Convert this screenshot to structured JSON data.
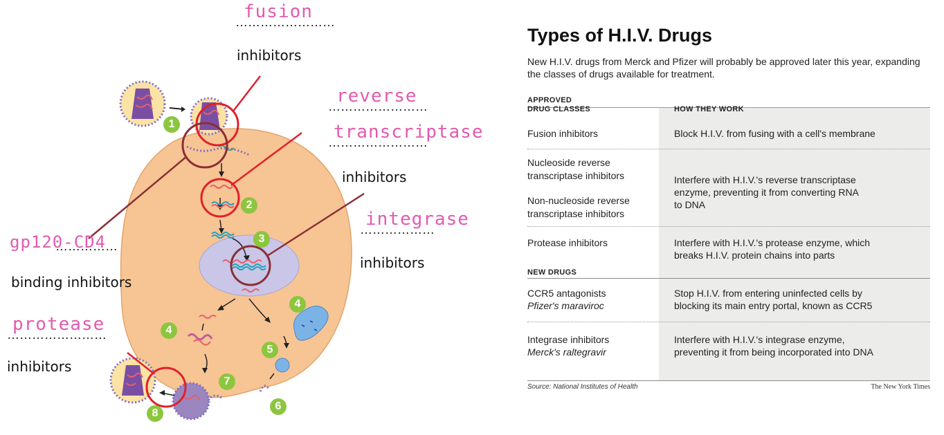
{
  "annotations": {
    "fusion": {
      "handwritten": "fusion",
      "dots": "……………………",
      "label": "inhibitors"
    },
    "rt": {
      "handwritten_line1": "reverse",
      "handwritten_line2": "transcriptase",
      "dots1": "……………………",
      "dots2": "……………………",
      "label": "inhibitors"
    },
    "integrase": {
      "handwritten": "integrase",
      "dots": "………………",
      "label": "inhibitors"
    },
    "gp120": {
      "handwritten": "gp120-CD4",
      "dots": "……………",
      "label": "binding inhibitors"
    },
    "protease": {
      "handwritten": "protease",
      "dots": "……………………",
      "label": "inhibitors"
    }
  },
  "steps": [
    "1",
    "2",
    "3",
    "4",
    "4",
    "5",
    "6",
    "7",
    "8"
  ],
  "table": {
    "title": "Types of H.I.V. Drugs",
    "intro": "New H.I.V. drugs from Merck and Pfizer will probably be approved later this year, expanding the classes of drugs available for treatment.",
    "col1_header_line1": "APPROVED",
    "col1_header_line2": "DRUG CLASSES",
    "col2_header": "HOW THEY WORK",
    "rows": [
      {
        "name": "Fusion inhibitors",
        "how": "Block H.I.V. from fusing with a cell's membrane"
      },
      {
        "name_line1": "Nucleoside reverse",
        "name_line2": "transcriptase inhibitors",
        "name2_line1": "Non-nucleoside reverse",
        "name2_line2": "transcriptase inhibitors",
        "how_line1": "Interfere with H.I.V.'s reverse transcriptase",
        "how_line2": "enzyme, preventing it from converting RNA",
        "how_line3": "to DNA"
      },
      {
        "name": "Protease inhibitors",
        "how_line1": "Interfere with H.I.V.'s protease enzyme, which",
        "how_line2": "breaks H.I.V. protein chains into parts"
      }
    ],
    "new_header": "NEW DRUGS",
    "new_rows": [
      {
        "name": "CCR5 antagonists",
        "sub": "Pfizer's maraviroc",
        "how_line1": "Stop H.I.V. from entering uninfected cells by",
        "how_line2": "blocking its main entry portal, known as CCR5"
      },
      {
        "name": "Integrase inhibitors",
        "sub": "Merck's raltegravir",
        "how_line1": "Interfere with H.I.V.'s integrase enzyme,",
        "how_line2": "preventing it from being incorporated into DNA"
      }
    ],
    "source": "Source: National Institutes of Health",
    "credit": "The New York Times"
  }
}
